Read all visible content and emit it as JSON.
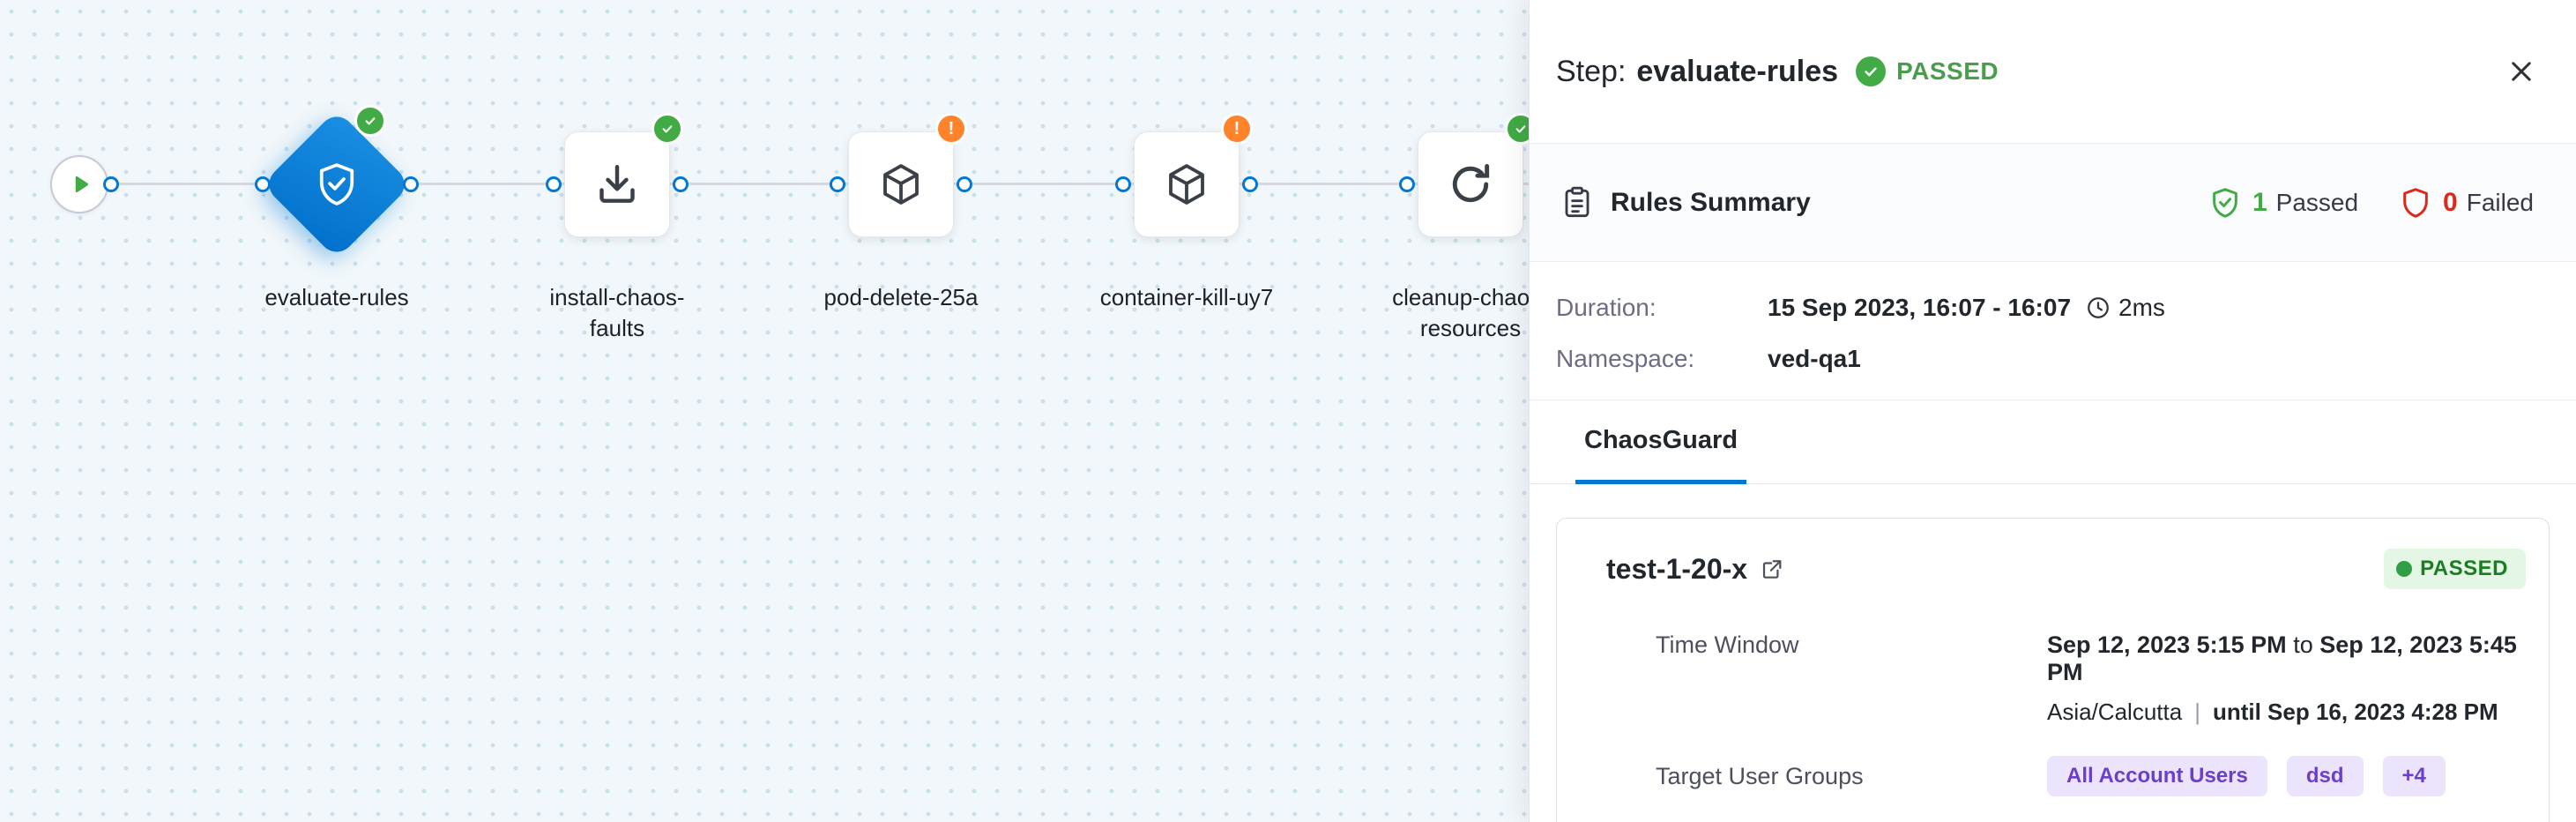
{
  "canvas": {
    "nodes": [
      {
        "id": "start",
        "type": "start",
        "icon": "play-icon"
      },
      {
        "id": "evaluate-rules",
        "label": "evaluate-rules",
        "shape": "diamond",
        "status": "passed",
        "icon": "shield-check-icon"
      },
      {
        "id": "install-chaos-faults",
        "label": "install-chaos-faults",
        "shape": "square",
        "status": "passed",
        "icon": "download-icon"
      },
      {
        "id": "pod-delete-25a",
        "label": "pod-delete-25a",
        "shape": "square",
        "status": "warning",
        "icon": "chaos-fault-icon"
      },
      {
        "id": "container-kill-uy7",
        "label": "container-kill-uy7",
        "shape": "square",
        "status": "warning",
        "icon": "chaos-fault-icon"
      },
      {
        "id": "cleanup-chaos-resources",
        "label": "cleanup-chaos-resources",
        "shape": "square",
        "status": "passed",
        "icon": "refresh-icon"
      }
    ]
  },
  "panel": {
    "header": {
      "step_label": "Step:",
      "step_name": "evaluate-rules",
      "status": "PASSED"
    },
    "rules_summary": {
      "title": "Rules Summary",
      "passed_count": "1",
      "passed_label": "Passed",
      "failed_count": "0",
      "failed_label": "Failed"
    },
    "details": {
      "duration_label": "Duration:",
      "duration_value": "15 Sep 2023, 16:07 - 16:07",
      "duration_elapsed": "2ms",
      "namespace_label": "Namespace:",
      "namespace_value": "ved-qa1"
    },
    "tabs": [
      {
        "label": "ChaosGuard"
      }
    ],
    "guard": {
      "name": "test-1-20-x",
      "status": "PASSED",
      "time_window_label": "Time Window",
      "time_start": "Sep 12, 2023 5:15 PM",
      "time_join": "to",
      "time_end": "Sep 12, 2023 5:45 PM",
      "timezone": "Asia/Calcutta",
      "separator": "|",
      "valid_until": "until Sep 16, 2023 4:28 PM",
      "target_groups_label": "Target User Groups",
      "groups": [
        "All Account Users",
        "dsd",
        "+4"
      ]
    }
  },
  "colors": {
    "accent_blue": "#0278d5",
    "success_green": "#42ab45",
    "warning_orange": "#ff832b",
    "error_red": "#da291d",
    "purple": "#6b3fc7"
  }
}
